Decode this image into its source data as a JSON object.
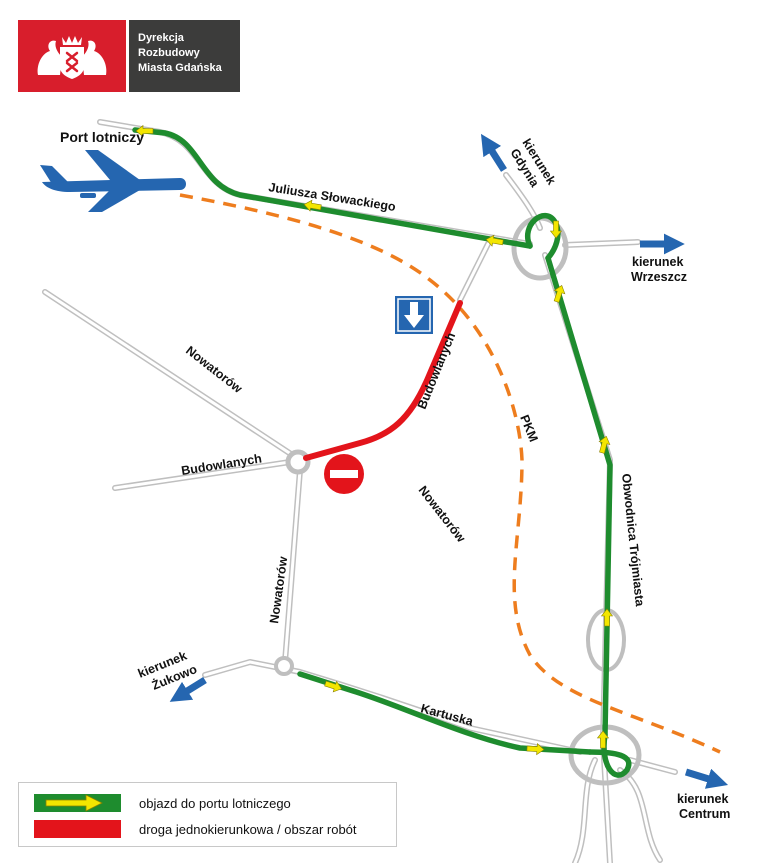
{
  "header": {
    "org_line1": "Dyrekcja",
    "org_line2": "Rozbudowy",
    "org_line3": "Miasta Gdańska"
  },
  "labels": {
    "port": "Port lotniczy",
    "slowackiego": "Juliusza Słowackiego",
    "gdynia_1": "kierunek",
    "gdynia_2": "Gdynia",
    "wrzeszcz_1": "kierunek",
    "wrzeszcz_2": "Wrzeszcz",
    "nowatorow_nw": "Nowatorów",
    "budowlanych_diag": "Budowlanych",
    "budowlanych_w": "Budowlanych",
    "pkm": "PKM",
    "nowatorow_center": "Nowatorów",
    "obwodnica": "Obwodnica Trójmiasta",
    "nowatorow_s": "Nowatorów",
    "zukowo_1": "kierunek",
    "zukowo_2": "Żukowo",
    "kartuska": "Kartuska",
    "centrum_1": "kierunek",
    "centrum_2": "Centrum"
  },
  "legend": {
    "detour": "objazd do portu lotniczego",
    "oneway": "droga jednokierunkowa / obszar robót"
  },
  "colors": {
    "detour_green": "#1e8c2e",
    "detour_arrow_yellow": "#f3e600",
    "works_red": "#e3141b",
    "rail_orange": "#ee7d1e",
    "direction_blue": "#2566b0",
    "road_grey": "#b8b8b8",
    "brand_red": "#d81e2c",
    "brand_dark": "#3c3c3b"
  },
  "icons": {
    "crest": "gdansk-crest-icon",
    "plane": "airplane-icon",
    "oneway_sign": "one-way-sign-icon",
    "no_entry_sign": "no-entry-sign-icon"
  }
}
